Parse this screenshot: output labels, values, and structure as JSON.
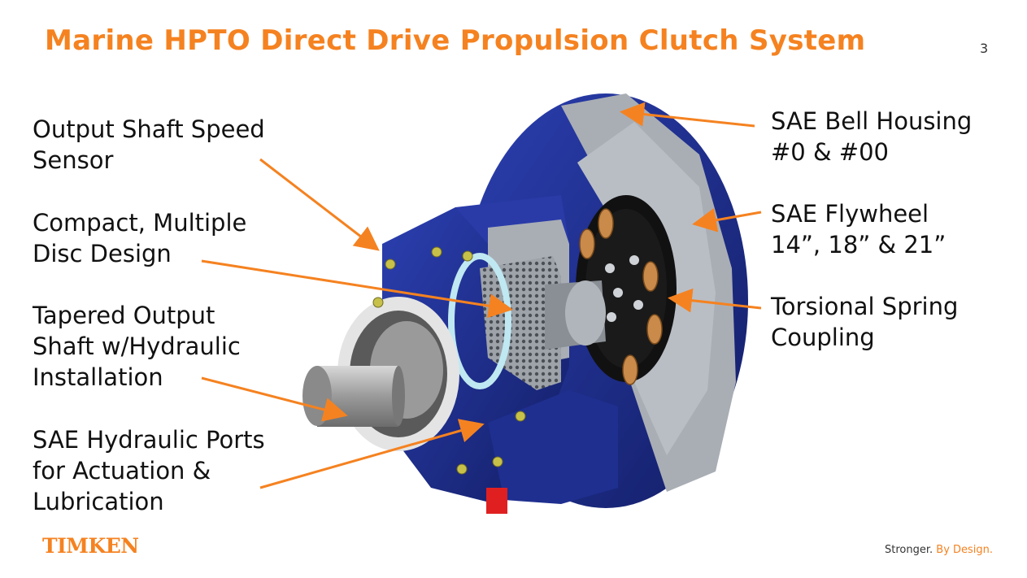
{
  "slide": {
    "title": "Marine HPTO Direct Drive Propulsion Clutch System",
    "page_number": "3"
  },
  "labels": {
    "output_shaft_speed_sensor": "Output Shaft Speed\nSensor",
    "compact_multiple_disc": "Compact, Multiple\nDisc Design",
    "tapered_output_shaft": "Tapered Output\nShaft w/Hydraulic\nInstallation",
    "sae_hydraulic_ports": "SAE Hydraulic Ports\nfor Actuation &\nLubrication",
    "sae_bell_housing": "SAE Bell Housing\n#0 & #00",
    "sae_flywheel": "SAE Flywheel\n14”, 18” & 21”",
    "torsional_spring_coupling": "Torsional Spring\nCoupling"
  },
  "footer": {
    "logo": "TIMKEN",
    "tagline_part1": "Stronger.",
    "tagline_part2": " By Design."
  },
  "colors": {
    "brand_orange": "#F58220",
    "housing_blue": "#1E2F8C",
    "cut_gray": "#A9AEB5"
  }
}
